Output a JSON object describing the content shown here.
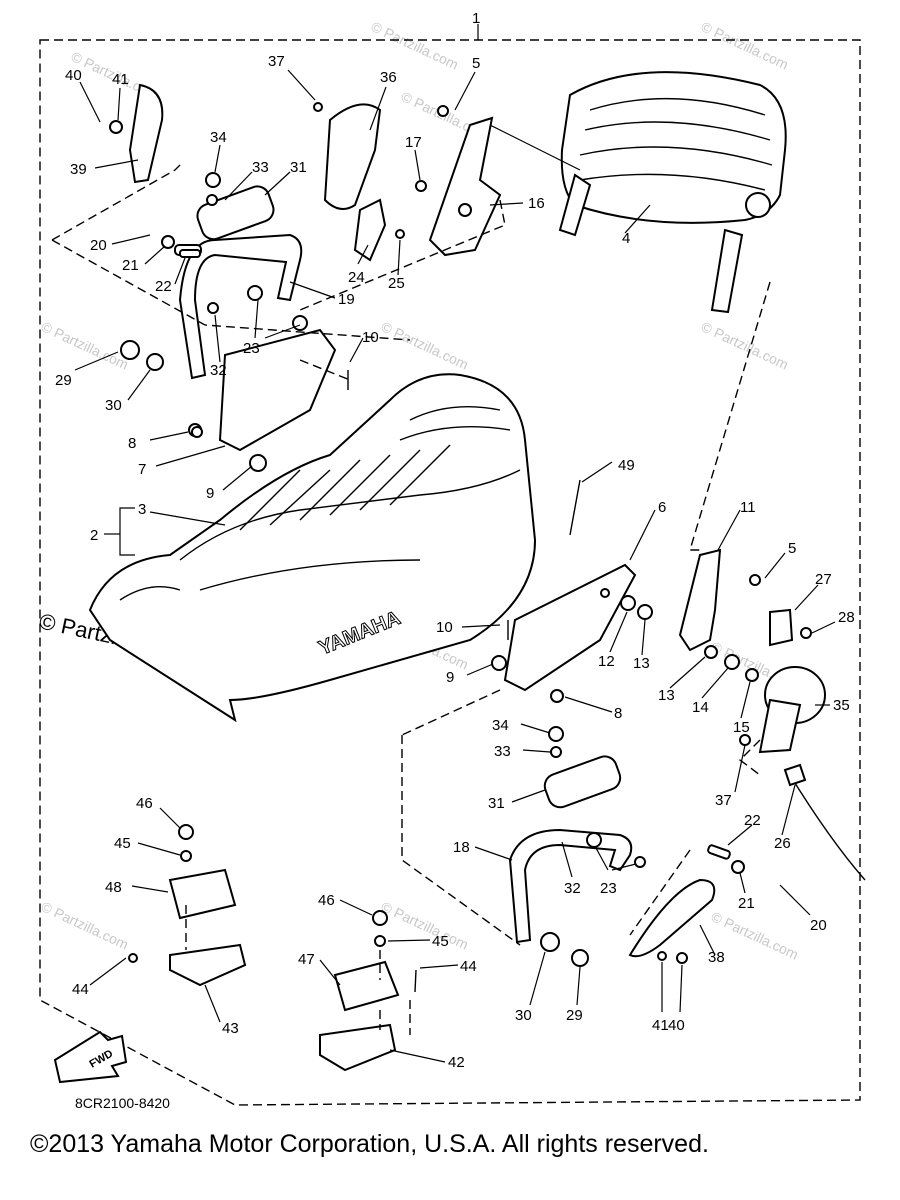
{
  "diagram": {
    "drawing_code": "8CR2100-8420",
    "fwd_label": "FWD",
    "brand_on_seat": "YAMAHA",
    "watermark": "© Partzilla.com",
    "watermark_big": "© Partzilla.com",
    "copyright": "©2013  Yamaha Motor Corporation, U.S.A. All rights reserved.",
    "callouts": [
      {
        "id": "1",
        "label": "1"
      },
      {
        "id": "40a",
        "label": "40"
      },
      {
        "id": "41a",
        "label": "41"
      },
      {
        "id": "39",
        "label": "39"
      },
      {
        "id": "37a",
        "label": "37"
      },
      {
        "id": "36",
        "label": "36"
      },
      {
        "id": "5a",
        "label": "5"
      },
      {
        "id": "34a",
        "label": "34"
      },
      {
        "id": "33a",
        "label": "33"
      },
      {
        "id": "31a",
        "label": "31"
      },
      {
        "id": "17",
        "label": "17"
      },
      {
        "id": "16",
        "label": "16"
      },
      {
        "id": "4",
        "label": "4"
      },
      {
        "id": "20a",
        "label": "20"
      },
      {
        "id": "21a",
        "label": "21"
      },
      {
        "id": "22a",
        "label": "22"
      },
      {
        "id": "24",
        "label": "24"
      },
      {
        "id": "25",
        "label": "25"
      },
      {
        "id": "19",
        "label": "19"
      },
      {
        "id": "23a",
        "label": "23"
      },
      {
        "id": "32a",
        "label": "32"
      },
      {
        "id": "10a",
        "label": "10"
      },
      {
        "id": "29a",
        "label": "29"
      },
      {
        "id": "30a",
        "label": "30"
      },
      {
        "id": "8a",
        "label": "8"
      },
      {
        "id": "7",
        "label": "7"
      },
      {
        "id": "9a",
        "label": "9"
      },
      {
        "id": "49",
        "label": "49"
      },
      {
        "id": "3",
        "label": "3"
      },
      {
        "id": "2",
        "label": "2"
      },
      {
        "id": "6",
        "label": "6"
      },
      {
        "id": "11",
        "label": "11"
      },
      {
        "id": "5b",
        "label": "5"
      },
      {
        "id": "27",
        "label": "27"
      },
      {
        "id": "28",
        "label": "28"
      },
      {
        "id": "10b",
        "label": "10"
      },
      {
        "id": "12",
        "label": "12"
      },
      {
        "id": "13a",
        "label": "13"
      },
      {
        "id": "9b",
        "label": "9"
      },
      {
        "id": "13b",
        "label": "13"
      },
      {
        "id": "14",
        "label": "14"
      },
      {
        "id": "15",
        "label": "15"
      },
      {
        "id": "35",
        "label": "35"
      },
      {
        "id": "8b",
        "label": "8"
      },
      {
        "id": "34b",
        "label": "34"
      },
      {
        "id": "33b",
        "label": "33"
      },
      {
        "id": "37b",
        "label": "37"
      },
      {
        "id": "31b",
        "label": "31"
      },
      {
        "id": "26",
        "label": "26"
      },
      {
        "id": "22b",
        "label": "22"
      },
      {
        "id": "18",
        "label": "18"
      },
      {
        "id": "32b",
        "label": "32"
      },
      {
        "id": "23b",
        "label": "23"
      },
      {
        "id": "21b",
        "label": "21"
      },
      {
        "id": "20b",
        "label": "20"
      },
      {
        "id": "46a",
        "label": "46"
      },
      {
        "id": "45a",
        "label": "45"
      },
      {
        "id": "48",
        "label": "48"
      },
      {
        "id": "46b",
        "label": "46"
      },
      {
        "id": "45b",
        "label": "45"
      },
      {
        "id": "47",
        "label": "47"
      },
      {
        "id": "44a",
        "label": "44"
      },
      {
        "id": "44b",
        "label": "44"
      },
      {
        "id": "43",
        "label": "43"
      },
      {
        "id": "42",
        "label": "42"
      },
      {
        "id": "30b",
        "label": "30"
      },
      {
        "id": "29b",
        "label": "29"
      },
      {
        "id": "38",
        "label": "38"
      },
      {
        "id": "41b",
        "label": "41"
      },
      {
        "id": "40b",
        "label": "40"
      }
    ]
  }
}
